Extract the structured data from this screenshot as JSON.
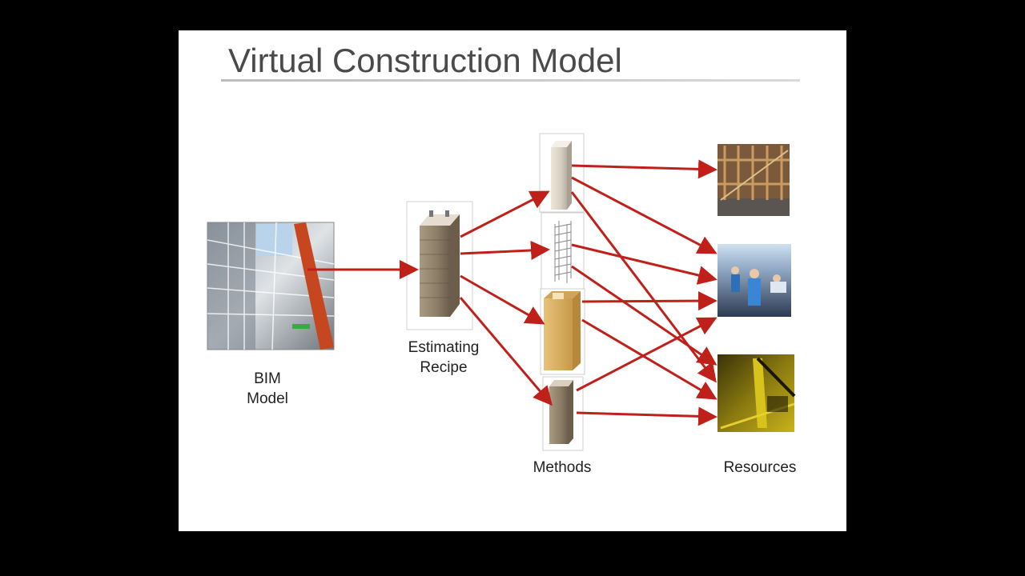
{
  "slide": {
    "title": "Virtual Construction Model"
  },
  "labels": {
    "bim_line1": "BIM",
    "bim_line2": "Model",
    "recipe_line1": "Estimating",
    "recipe_line2": "Recipe",
    "methods": "Methods",
    "resources": "Resources"
  },
  "colors": {
    "background": "#000000",
    "slide": "#ffffff",
    "arrow": "#c0201a",
    "title_text": "#4a4a4a"
  },
  "nodes": {
    "bim_model": {
      "image": "bim-building-interior",
      "kind": "bim"
    },
    "recipe": {
      "image": "stone-column",
      "kind": "recipe"
    },
    "methods": [
      {
        "image": "plain-concrete-column"
      },
      {
        "image": "rebar-cage"
      },
      {
        "image": "wood-formwork"
      },
      {
        "image": "small-stone-column"
      }
    ],
    "resources": [
      {
        "image": "formwork-photo"
      },
      {
        "image": "workers-photo"
      },
      {
        "image": "crane-photo"
      }
    ]
  },
  "edges": [
    [
      "bim_model",
      "recipe"
    ],
    [
      "recipe",
      "method-0"
    ],
    [
      "recipe",
      "method-1"
    ],
    [
      "recipe",
      "method-2"
    ],
    [
      "recipe",
      "method-3"
    ],
    [
      "method-0",
      "resource-0"
    ],
    [
      "method-0",
      "resource-1"
    ],
    [
      "method-0",
      "resource-2"
    ],
    [
      "method-1",
      "resource-1"
    ],
    [
      "method-1",
      "resource-2"
    ],
    [
      "method-2",
      "resource-1"
    ],
    [
      "method-2",
      "resource-2"
    ],
    [
      "method-3",
      "resource-1"
    ],
    [
      "method-3",
      "resource-2"
    ]
  ]
}
